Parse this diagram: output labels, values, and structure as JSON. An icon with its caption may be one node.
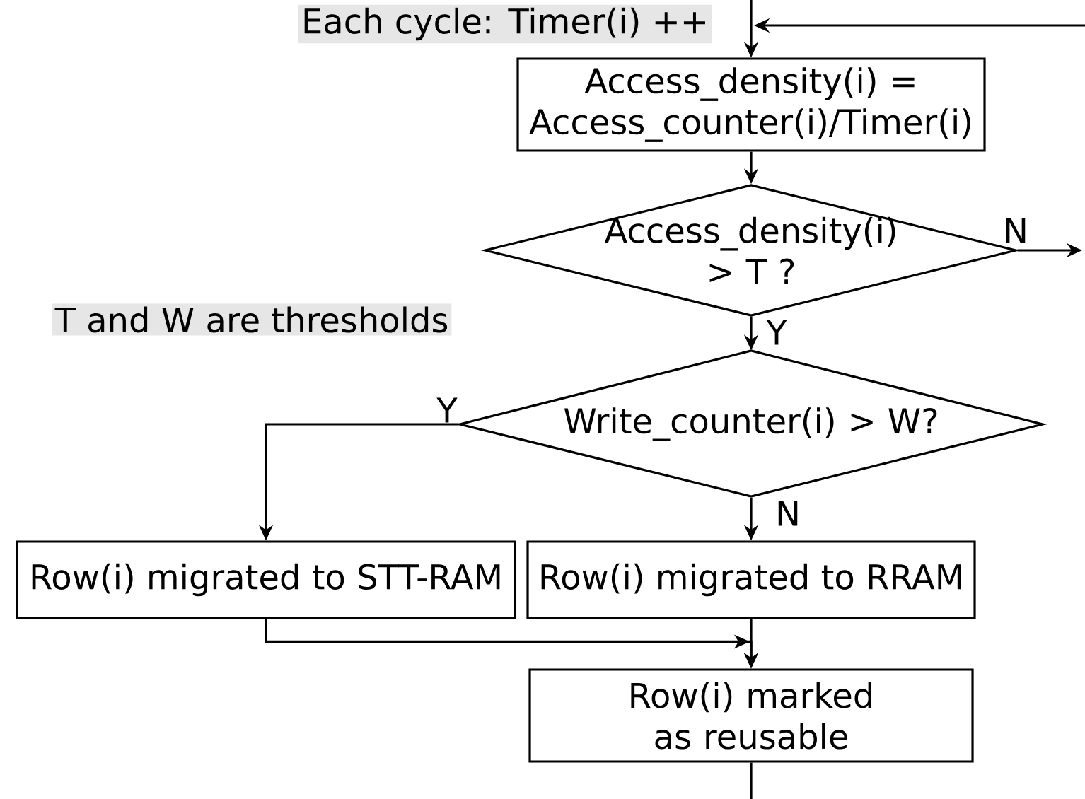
{
  "diagram": {
    "nodes": [
      {
        "text": [
          "Access_density(i) = Access_counter(i)/Timer(i)"
        ]
      },
      {
        "text": [
          "Access_density(i) > T ?"
        ]
      },
      {
        "text": [
          "Write_counter(i) > W?"
        ]
      },
      {
        "text": [
          "Row(i) migrated to STT-RAM"
        ]
      },
      {
        "text": [
          "Row(i) migrated to RRAM"
        ]
      },
      {
        "text": [
          "Row(i) marked as reusable"
        ]
      }
    ],
    "edges": [
      {
        "from": null,
        "to": 0,
        "arrow": "to"
      },
      {
        "from": 0,
        "to": 1,
        "arrow": "to"
      },
      {
        "from": 1,
        "to": null,
        "arrow": "to",
        "label": "N"
      },
      {
        "from": 1,
        "to": 2,
        "arrow": "to",
        "label": "Y"
      },
      {
        "from": 2,
        "to": 3,
        "arrow": "to",
        "label": "Y"
      },
      {
        "from": 2,
        "to": 4,
        "arrow": "to",
        "label": "N"
      },
      {
        "from": 3,
        "to": 5,
        "arrow": "to"
      },
      {
        "from": 4,
        "to": 5,
        "arrow": "to"
      },
      {
        "from": 5,
        "to": 0,
        "arrow": "to"
      }
    ],
    "labels": [
      "Each cycle: Timer(i) ++",
      "T and W are thresholds"
    ]
  }
}
